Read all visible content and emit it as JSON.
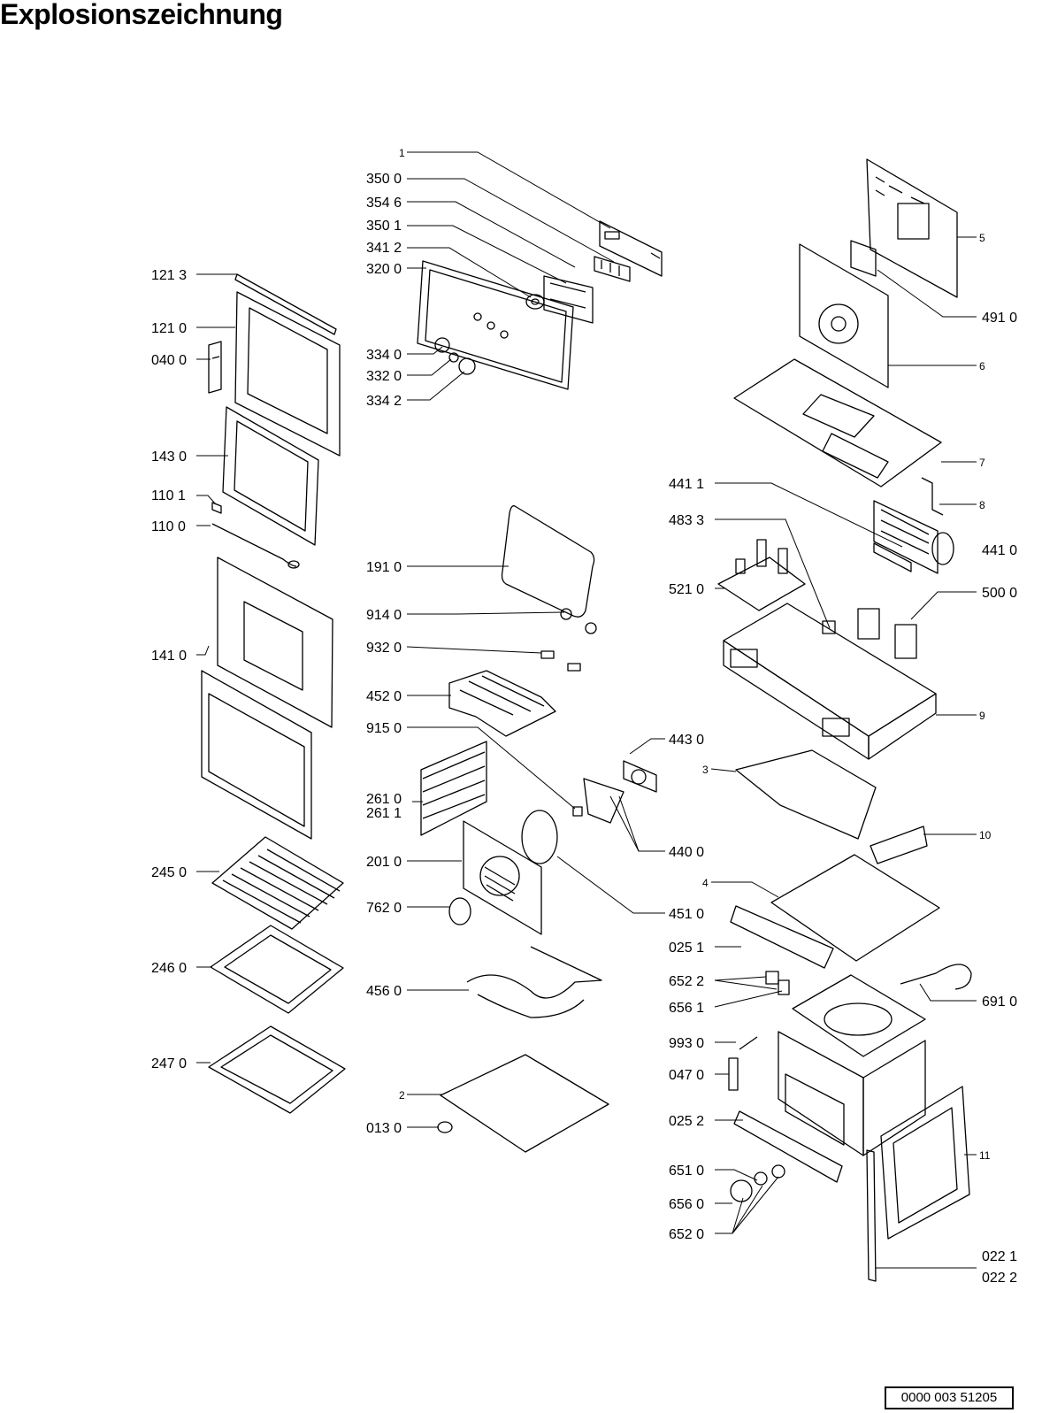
{
  "page": {
    "title": "Explosionszeichnung",
    "document_number": "0000 003 51205"
  },
  "parts": [
    {
      "id": "1",
      "label": "1"
    },
    {
      "id": "350-0",
      "label": "350 0"
    },
    {
      "id": "354-6",
      "label": "354 6"
    },
    {
      "id": "350-1",
      "label": "350 1"
    },
    {
      "id": "341-2",
      "label": "341 2"
    },
    {
      "id": "320-0",
      "label": "320 0"
    },
    {
      "id": "121-3",
      "label": "121 3"
    },
    {
      "id": "121-0",
      "label": "121 0"
    },
    {
      "id": "040-0",
      "label": "040 0"
    },
    {
      "id": "334-0",
      "label": "334 0"
    },
    {
      "id": "332-0",
      "label": "332 0"
    },
    {
      "id": "334-2",
      "label": "334 2"
    },
    {
      "id": "143-0",
      "label": "143 0"
    },
    {
      "id": "110-1",
      "label": "110 1"
    },
    {
      "id": "110-0",
      "label": "110 0"
    },
    {
      "id": "191-0",
      "label": "191 0"
    },
    {
      "id": "141-0",
      "label": "141 0"
    },
    {
      "id": "914-0",
      "label": "914 0"
    },
    {
      "id": "932-0",
      "label": "932 0"
    },
    {
      "id": "452-0",
      "label": "452 0"
    },
    {
      "id": "915-0",
      "label": "915 0"
    },
    {
      "id": "261-0",
      "label": "261 0"
    },
    {
      "id": "261-1",
      "label": "261 1"
    },
    {
      "id": "245-0",
      "label": "245 0"
    },
    {
      "id": "201-0",
      "label": "201 0"
    },
    {
      "id": "762-0",
      "label": "762 0"
    },
    {
      "id": "246-0",
      "label": "246 0"
    },
    {
      "id": "456-0",
      "label": "456 0"
    },
    {
      "id": "247-0",
      "label": "247 0"
    },
    {
      "id": "2",
      "label": "2"
    },
    {
      "id": "013-0",
      "label": "013 0"
    },
    {
      "id": "5",
      "label": "5"
    },
    {
      "id": "491-0",
      "label": "491 0"
    },
    {
      "id": "6",
      "label": "6"
    },
    {
      "id": "7",
      "label": "7"
    },
    {
      "id": "441-1",
      "label": "441 1"
    },
    {
      "id": "8",
      "label": "8"
    },
    {
      "id": "483-3",
      "label": "483 3"
    },
    {
      "id": "441-0",
      "label": "441 0"
    },
    {
      "id": "521-0",
      "label": "521 0"
    },
    {
      "id": "500-0",
      "label": "500 0"
    },
    {
      "id": "9",
      "label": "9"
    },
    {
      "id": "443-0",
      "label": "443 0"
    },
    {
      "id": "3",
      "label": "3"
    },
    {
      "id": "440-0",
      "label": "440 0"
    },
    {
      "id": "10",
      "label": "10"
    },
    {
      "id": "4",
      "label": "4"
    },
    {
      "id": "451-0",
      "label": "451 0"
    },
    {
      "id": "025-1",
      "label": "025 1"
    },
    {
      "id": "652-2",
      "label": "652 2"
    },
    {
      "id": "656-1",
      "label": "656 1"
    },
    {
      "id": "691-0",
      "label": "691 0"
    },
    {
      "id": "993-0",
      "label": "993 0"
    },
    {
      "id": "047-0",
      "label": "047 0"
    },
    {
      "id": "025-2",
      "label": "025 2"
    },
    {
      "id": "11",
      "label": "11"
    },
    {
      "id": "651-0",
      "label": "651 0"
    },
    {
      "id": "656-0",
      "label": "656 0"
    },
    {
      "id": "652-0",
      "label": "652 0"
    },
    {
      "id": "022-1",
      "label": "022 1"
    },
    {
      "id": "022-2",
      "label": "022 2"
    }
  ]
}
